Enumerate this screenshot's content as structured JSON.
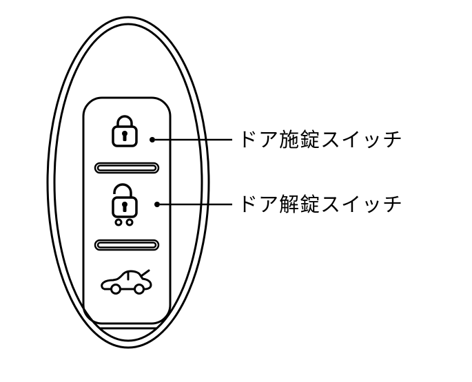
{
  "diagram": {
    "type": "smart-key-fob-illustration",
    "background_color": "#ffffff",
    "line_color": "#000000",
    "buttons": [
      {
        "icon": "lock-icon",
        "name": "door-lock-button"
      },
      {
        "icon": "unlock-icon",
        "name": "door-unlock-button"
      },
      {
        "icon": "car-icon",
        "name": "trunk-button"
      }
    ],
    "callouts": [
      {
        "label": "ドア施錠スイッチ",
        "target": "door-lock-button"
      },
      {
        "label": "ドア解錠スイッチ",
        "target": "door-unlock-button"
      }
    ]
  }
}
